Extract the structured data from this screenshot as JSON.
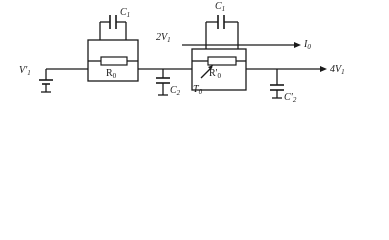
{
  "labels": {
    "c1_left": "C",
    "c1_left_sub": "1",
    "c1_right": "C",
    "c1_right_sub": "1",
    "r0": "R",
    "r0_sub": "0",
    "r0_prime": "R'",
    "r0_prime_sub": "0",
    "v1_prime": "V'",
    "v1_prime_sub": "1",
    "two_v1": "2V",
    "two_v1_sub": "1",
    "i0": "I",
    "i0_sub": "0",
    "four_v1": "4V",
    "four_v1_sub": "1",
    "c2": "C",
    "c2_sub": "2",
    "c2_prime": "C'",
    "c2_prime_sub": "2",
    "t0": "T",
    "t0_sub": "0"
  }
}
